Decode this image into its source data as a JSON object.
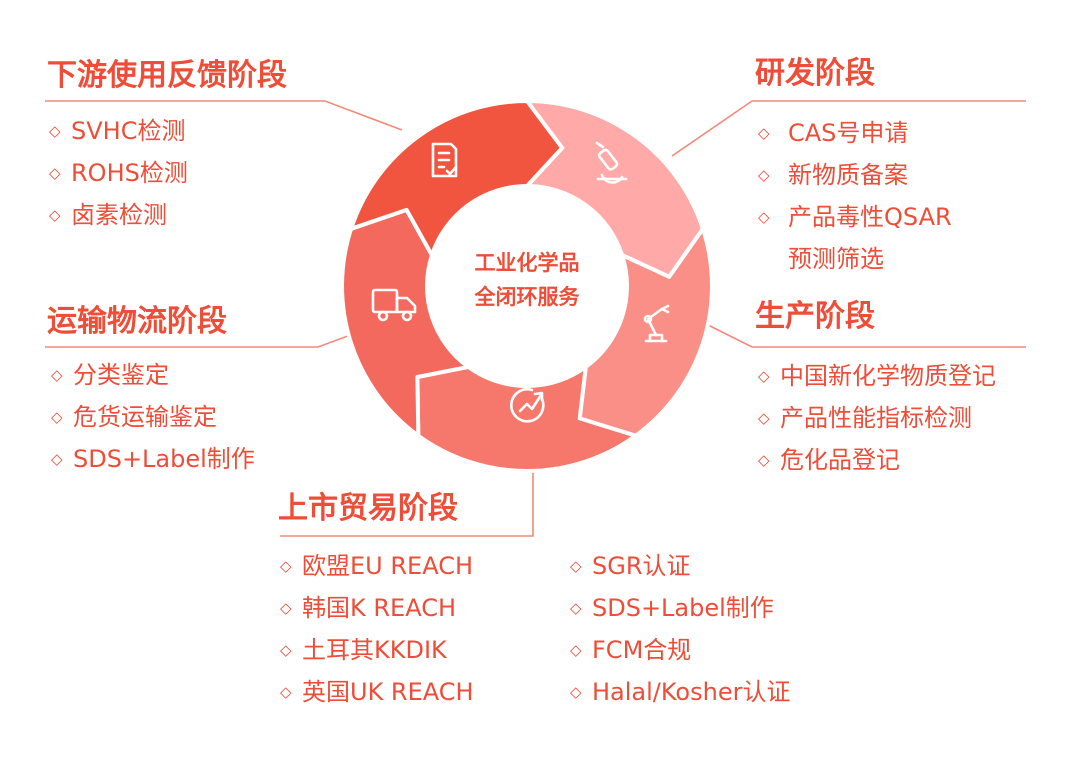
{
  "center": {
    "line1": "工业化学品",
    "line2": "全闭环服务"
  },
  "colors": {
    "text": "#ee4d38",
    "line": "#f08a7a",
    "segment_rd": "#ffaaa8",
    "segment_production": "#f98f86",
    "segment_market": "#f6786c",
    "segment_logistics": "#f4695d",
    "segment_downstream": "#f2553f"
  },
  "segments": [
    {
      "stage": "rd",
      "icon": "microscope-icon"
    },
    {
      "stage": "production",
      "icon": "robot-arm-icon"
    },
    {
      "stage": "market",
      "icon": "growth-chart-icon"
    },
    {
      "stage": "logistics",
      "icon": "truck-icon"
    },
    {
      "stage": "downstream",
      "icon": "checklist-icon"
    }
  ],
  "stages": {
    "downstream": {
      "title": "下游使用反馈阶段",
      "items": [
        "SVHC检测",
        "ROHS检测",
        "卤素检测"
      ]
    },
    "rd": {
      "title": "研发阶段",
      "items": [
        "CAS号申请",
        "新物质备案",
        "产品毒性QSAR",
        "预测筛选"
      ]
    },
    "logistics": {
      "title": "运输物流阶段",
      "items": [
        "分类鉴定",
        "危货运输鉴定",
        "SDS+Label制作"
      ]
    },
    "production": {
      "title": "生产阶段",
      "items": [
        "中国新化学物质登记",
        "产品性能指标检测",
        "危化品登记"
      ]
    },
    "market": {
      "title": "上市贸易阶段",
      "items_left": [
        "欧盟EU REACH",
        "韩国K REACH",
        "土耳其KKDIK",
        "英国UK REACH"
      ],
      "items_right": [
        "SGR认证",
        "SDS+Label制作",
        "FCM合规",
        "Halal/Kosher认证"
      ]
    }
  },
  "bullet": "◇"
}
